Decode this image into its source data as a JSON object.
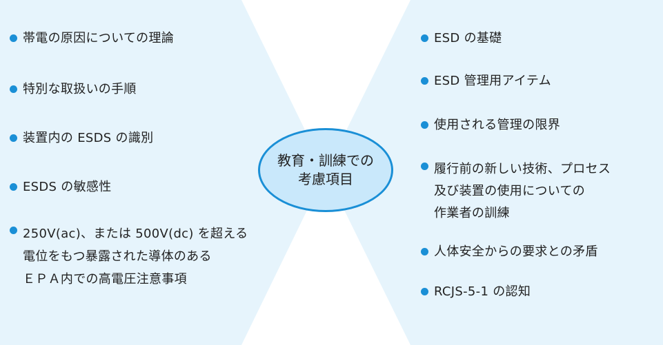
{
  "center": {
    "title_lines": [
      "教育・訓練での",
      "考慮項目"
    ]
  },
  "left_items": [
    {
      "lines": [
        "帯電の原因についての理論"
      ]
    },
    {
      "lines": [
        "特別な取扱いの手順"
      ]
    },
    {
      "lines": [
        "装置内の ESDS の識別"
      ]
    },
    {
      "lines": [
        "ESDS の敏感性"
      ]
    },
    {
      "lines": [
        "250V(ac)、または 500V(dc) を超える",
        "電位をもつ暴露された導体のある",
        "ＥＰＡ内での高電圧注意事項"
      ]
    }
  ],
  "right_items": [
    {
      "lines": [
        "ESD の基礎"
      ]
    },
    {
      "lines": [
        "ESD 管理用アイテム"
      ]
    },
    {
      "lines": [
        "使用される管理の限界"
      ]
    },
    {
      "lines": [
        "履行前の新しい技術、プロセス",
        "及び装置の使用についての",
        "作業者の訓練"
      ]
    },
    {
      "lines": [
        "人体安全からの要求との矛盾"
      ]
    },
    {
      "lines": [
        "RCJS-5-1 の認知"
      ]
    }
  ],
  "colors": {
    "panel_fill": "#e6f4fc",
    "bullet": "#1a8fd6",
    "ellipse_fill": "#c9e8fb",
    "ellipse_stroke": "#1a8fd6"
  }
}
